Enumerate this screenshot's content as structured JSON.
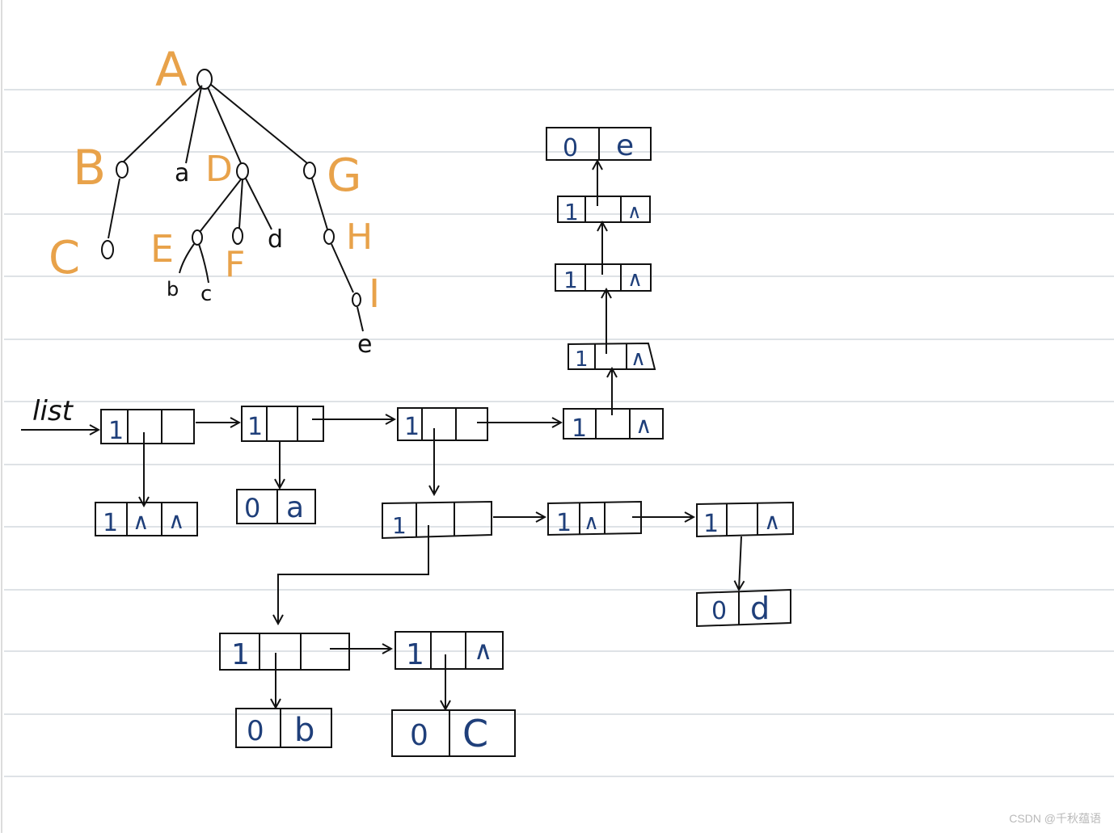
{
  "tree": {
    "nodes": [
      {
        "id": "A",
        "label": "A"
      },
      {
        "id": "B",
        "label": "B"
      },
      {
        "id": "a",
        "label": "a"
      },
      {
        "id": "D",
        "label": "D"
      },
      {
        "id": "G",
        "label": "G"
      },
      {
        "id": "C",
        "label": "C"
      },
      {
        "id": "E",
        "label": "E"
      },
      {
        "id": "F",
        "label": "F"
      },
      {
        "id": "d",
        "label": "d"
      },
      {
        "id": "H",
        "label": "H"
      },
      {
        "id": "b",
        "label": "b"
      },
      {
        "id": "c",
        "label": "c"
      },
      {
        "id": "I",
        "label": "I"
      },
      {
        "id": "e",
        "label": "e"
      }
    ]
  },
  "list_label": "list",
  "cells": {
    "one": "1",
    "zero": "0",
    "null": "∧"
  },
  "atoms": {
    "a": "a",
    "b": "b",
    "c": "C",
    "d": "d",
    "e": "e"
  },
  "watermark": "CSDN @千秋蕴语"
}
